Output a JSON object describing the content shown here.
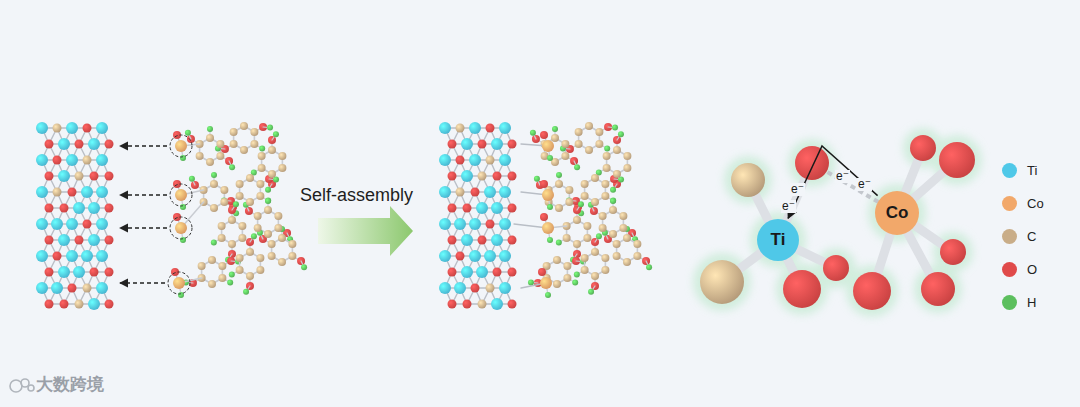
{
  "diagram": {
    "nodes": [
      {
        "text": [
          "Ti"
        ]
      },
      {
        "text": [
          "Co"
        ]
      }
    ],
    "edges": [
      {
        "from": 1,
        "to": 0,
        "arrow": "to"
      }
    ],
    "labels": [
      "Self-assembly",
      "e⁻",
      "e⁻",
      "e⁻",
      "e⁻",
      "大数跨境"
    ],
    "legend": [
      {
        "text": "Ti",
        "color": "#4fc8e8"
      },
      {
        "text": "Co",
        "color": "#f2a86a"
      },
      {
        "text": "C",
        "color": "#c9ad88"
      },
      {
        "text": "O",
        "color": "#e04a4a"
      },
      {
        "text": "H",
        "color": "#5cbf5e"
      }
    ]
  }
}
